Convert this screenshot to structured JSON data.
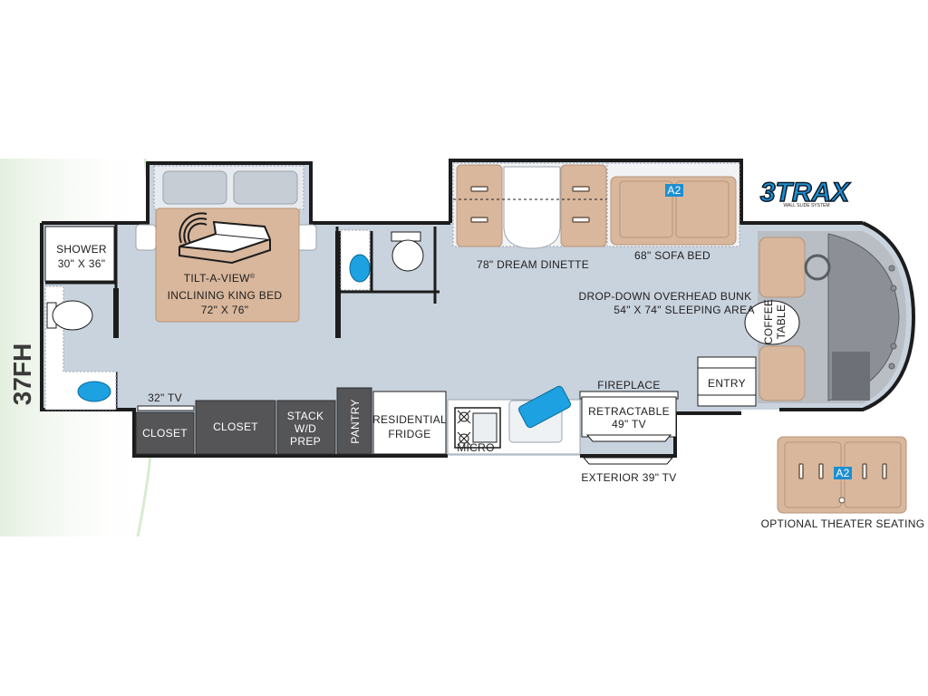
{
  "model": "37FH",
  "brand_badge": {
    "logo_text": "3TRAX",
    "tagline": "WALL SLIDE SYSTEM"
  },
  "badge_code": "A2",
  "colors": {
    "floor": "#c9d3de",
    "wall": "#1c1c1c",
    "upholstery": "#d9b79c",
    "cabinet": "#555558",
    "fixture_blue": "#1da1e0",
    "cab_gray": "#b9bec4",
    "badge_blue": "#1d8fd1",
    "bg_green": "#eef5ea"
  },
  "labels": {
    "shower_1": "SHOWER",
    "shower_2": "30\" X 36\"",
    "bed_1": "TILT-A-VIEW",
    "bed_reg": "®",
    "bed_2": "INCLINING KING BED",
    "bed_3": "72\" X 76\"",
    "tv32": "32\" TV",
    "closet_1": "CLOSET",
    "closet_2": "CLOSET",
    "stack_1": "STACK",
    "stack_2": "W/D",
    "stack_3": "PREP",
    "pantry": "PANTRY",
    "fridge_1": "RESIDENTIAL",
    "fridge_2": "FRIDGE",
    "micro": "MICRO",
    "dinette": "78\" DREAM DINETTE",
    "sofa": "68\" SOFA BED",
    "bunk_1": "DROP-DOWN OVERHEAD BUNK",
    "bunk_2": "54\" X 74\" SLEEPING AREA",
    "coffee_1": "COFFEE",
    "coffee_2": "TABLE",
    "fireplace": "FIREPLACE",
    "retract_1": "RETRACTABLE",
    "retract_2": "49\" TV",
    "entry": "ENTRY",
    "exterior_tv": "EXTERIOR 39\" TV",
    "optional": "OPTIONAL THEATER SEATING"
  }
}
